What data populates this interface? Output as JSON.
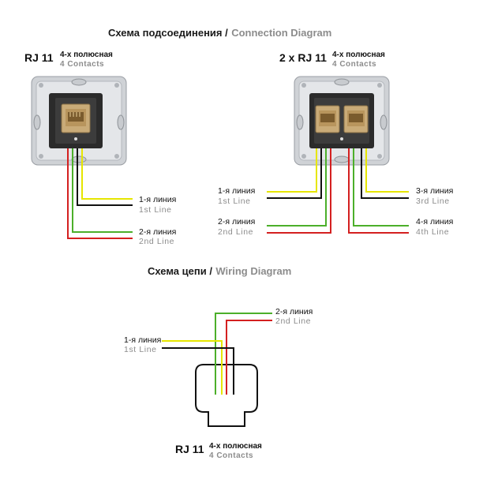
{
  "title": {
    "ru": "Схема подсоединения /",
    "en": "Connection Diagram"
  },
  "single_socket": {
    "model": "RJ 11",
    "contacts_ru": "4-х полюсная",
    "contacts_en": "4 Contacts",
    "line1_ru": "1-я линия",
    "line1_en": "1st Line",
    "line2_ru": "2-я линия",
    "line2_en": "2nd Line"
  },
  "double_socket": {
    "model": "2 x RJ 11",
    "contacts_ru": "4-х полюсная",
    "contacts_en": "4 Contacts",
    "line1_ru": "1-я линия",
    "line1_en": "1st Line",
    "line2_ru": "2-я линия",
    "line2_en": "2nd  Line",
    "line3_ru": "3-я линия",
    "line3_en": "3rd Line",
    "line4_ru": "4-я линия",
    "line4_en": "4th  Line"
  },
  "wiring": {
    "title_ru": "Схема цепи /",
    "title_en": "Wiring Diagram",
    "line1_ru": "1-я линия",
    "line1_en": "1st Line",
    "line2_ru": "2-я линия",
    "line2_en": "2nd  Line",
    "model": "RJ 11",
    "contacts_ru": "4-х полюсная",
    "contacts_en": "4 Contacts"
  },
  "colors": {
    "yellow": "#e6e600",
    "black": "#111111",
    "green": "#4caf2a",
    "red": "#d42020",
    "gray_text": "#8c8c8c"
  }
}
